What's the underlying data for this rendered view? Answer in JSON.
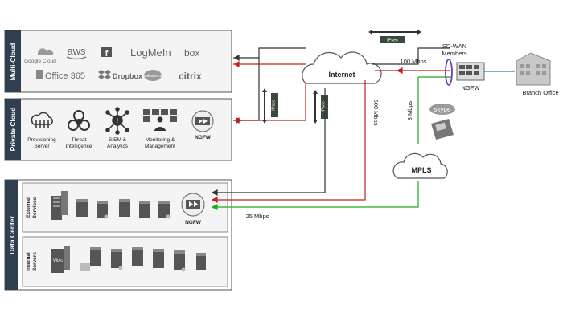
{
  "panels": {
    "multi_cloud": "Multi-Cloud",
    "private_cloud": "Private Cloud",
    "data_center": "Data Center",
    "external_services_1": "External",
    "external_services_2": "Services",
    "internal_servers_1": "Internal",
    "internal_servers_2": "Servers"
  },
  "multi_cloud_logos": [
    "Google Cloud",
    "aws",
    "LogMeIn",
    "box",
    "Office 365",
    "Dropbox",
    "salesforce",
    "citrix"
  ],
  "private_cloud_items": [
    {
      "line1": "Provisioning",
      "line2": "Server",
      "icon": "provisioning-server-icon"
    },
    {
      "line1": "Threat",
      "line2": "Intelligence",
      "icon": "biohazard-icon"
    },
    {
      "line1": "SIEM &",
      "line2": "Analytics",
      "icon": "siem-analytics-icon"
    },
    {
      "line1": "Monitoring &",
      "line2": "Management",
      "icon": "monitoring-dashboard-icon"
    },
    {
      "line1": "NGFW",
      "line2": "",
      "icon": "ngfw-icon"
    }
  ],
  "data_center": {
    "ngfw_label": "NGFW",
    "vms_label": "VMs"
  },
  "clouds": {
    "internet": "Internet",
    "mpls": "MPLS"
  },
  "links": {
    "ipsec": "IPsec",
    "bw_500": "500 Mbps",
    "bw_25": "25 Mbps",
    "bw_100": "100 Mbps",
    "bw_3": "3 Mbps"
  },
  "branch": {
    "sdwan_line1": "SD-WAN",
    "sdwan_line2": "Members",
    "ngfw_label": "NGFW",
    "office_label": "Branch Office",
    "skype_label": "skype"
  },
  "colors": {
    "panel_side": "#2f3f4f",
    "link_red": "#b22222",
    "link_green": "#22aa22",
    "link_dark": "#333333",
    "sdwan_marker": "#7a3bb2",
    "branch_link": "#2277cc"
  }
}
